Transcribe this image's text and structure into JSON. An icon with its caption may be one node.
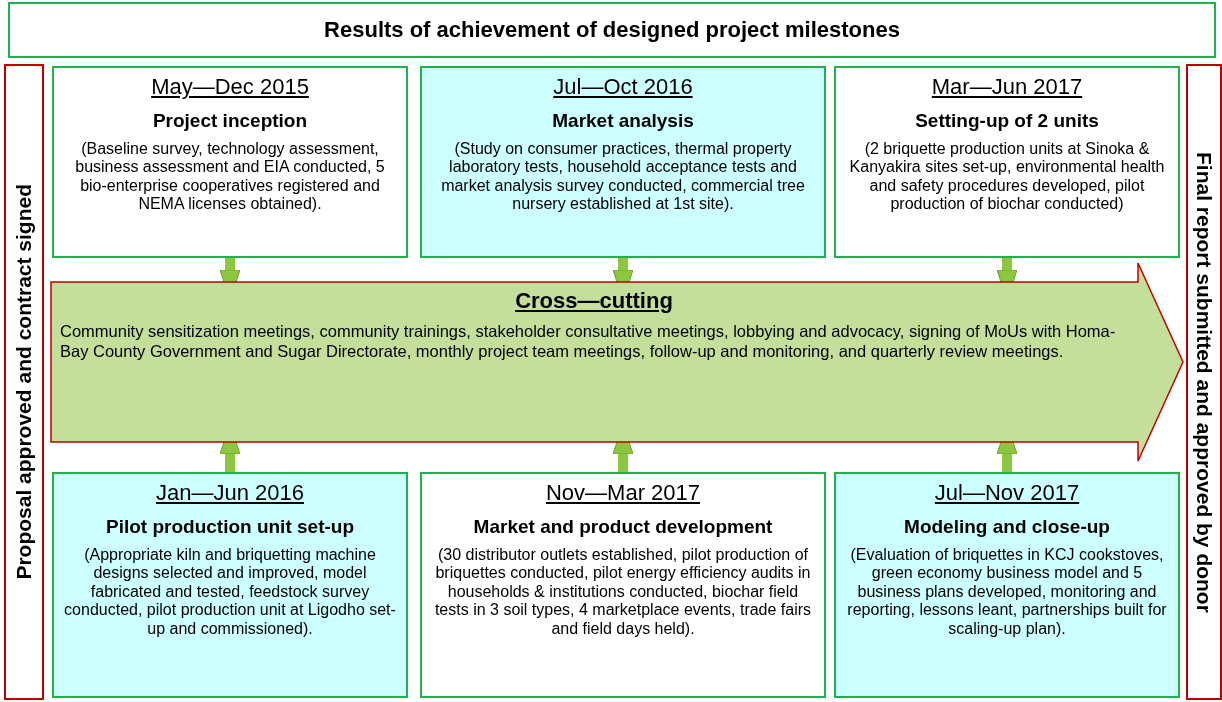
{
  "diagram": {
    "nodes": [
      {
        "text": [
          "Results of achievement of designed project milestones"
        ]
      },
      {
        "text": [
          "Proposal approved and contract signed"
        ]
      },
      {
        "text": [
          "Final report submitted and approved by donor"
        ]
      },
      {
        "text": [
          "May—Dec 2015",
          "Project inception",
          "(Baseline survey, technology assessment, business assessment and EIA conducted, 5 bio-enterprise cooperatives registered and NEMA licenses obtained)."
        ]
      },
      {
        "text": [
          "Jul—Oct 2016",
          "Market analysis",
          "(Study on consumer practices, thermal property laboratory tests, household acceptance tests and market analysis survey conducted, commercial tree nursery established at 1st site)."
        ]
      },
      {
        "text": [
          "Mar—Jun 2017",
          "Setting-up of 2 units",
          "(2 briquette production units at Sinoka & Kanyakira sites set-up, environmental health and safety procedures developed, pilot production of biochar conducted)"
        ]
      },
      {
        "text": [
          "Cross—cutting",
          "Community sensitization meetings, community trainings, stakeholder consultative meetings, lobbying and advocacy, signing of MoUs with Homa-Bay County Government and Sugar Directorate, monthly project team meetings, follow-up and monitoring, and quarterly review meetings."
        ]
      },
      {
        "text": [
          "Jan—Jun 2016",
          "Pilot production unit set-up",
          "(Appropriate kiln and briquetting machine designs selected and improved, model fabricated and tested, feedstock survey conducted, pilot production unit at Ligodho set-up and commissioned)."
        ]
      },
      {
        "text": [
          "Nov—Mar 2017",
          "Market and product development",
          "(30 distributor outlets established, pilot production of briquettes conducted, pilot energy efficiency audits in households & institutions conducted, biochar field tests in 3 soil types, 4 marketplace events, trade fairs and field days held)."
        ]
      },
      {
        "text": [
          "Jul—Nov 2017",
          "Modeling and close-up",
          "(Evaluation of briquettes in KCJ cookstoves, green economy business model and 5 business plans developed, monitoring and reporting, lessons leant, partnerships built for scaling-up plan)."
        ]
      }
    ],
    "edges": [
      {
        "from": 3,
        "to": 6,
        "arrow": "to"
      },
      {
        "from": 4,
        "to": 6,
        "arrow": "to"
      },
      {
        "from": 5,
        "to": 6,
        "arrow": "to"
      },
      {
        "from": 7,
        "to": 6,
        "arrow": "to"
      },
      {
        "from": 8,
        "to": 6,
        "arrow": "to"
      },
      {
        "from": 9,
        "to": 6,
        "arrow": "to"
      }
    ]
  }
}
